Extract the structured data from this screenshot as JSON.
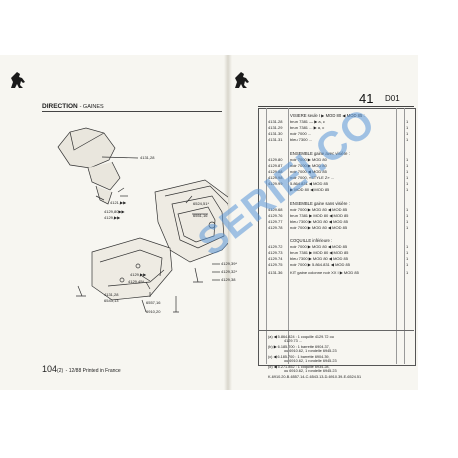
{
  "left_page": {
    "section": "DIRECTION",
    "subsection": "- GAINES",
    "page_number": "104",
    "page_code": "(2)",
    "footer_text": "- 12/88 Printed in France",
    "callouts": [
      {
        "text": "4131,28"
      },
      {
        "text": "4121,▶▶"
      },
      {
        "text": "4129,80▶▶"
      },
      {
        "text": "4129,▶▶"
      },
      {
        "text": "6524,51*"
      },
      {
        "text": "6551,16"
      },
      {
        "text": "4129,▶▶"
      },
      {
        "text": "4129,45*"
      },
      {
        "text": "4131,28"
      },
      {
        "text": "6543,13"
      },
      {
        "text": "6557,16"
      },
      {
        "text": "6910,20"
      },
      {
        "text": "4129,39*"
      },
      {
        "text": "4129,32*"
      },
      {
        "text": "4129,38"
      }
    ]
  },
  "right_page": {
    "page_number": "41",
    "page_code": "D01",
    "blocks": [
      {
        "heading": "VISIERE seule I ▶ MOD 80 ◀ MOD 85 :",
        "rows": [
          {
            "ref": "4131.28",
            "desc": "brun 7381 — ▶ a, c",
            "qty": "1"
          },
          {
            "ref": "4131.29",
            "desc": "brun 7381 ... ▶ a, c",
            "qty": "1"
          },
          {
            "ref": "4131.30",
            "desc": "noir 7000 ...",
            "qty": "1"
          },
          {
            "ref": "4131.31",
            "desc": "bleu 7300 ...",
            "qty": "1"
          }
        ]
      },
      {
        "heading": "ENSEMBLE gaine avec visière :",
        "rows": [
          {
            "ref": "4129.80",
            "desc": "noir 7000 ▶ MOD 80",
            "qty": "1"
          },
          {
            "ref": "4129.87",
            "desc": "noir 7000 ▶ MOD 80",
            "qty": "1"
          },
          {
            "ref": "4129.88",
            "desc": "noir 7000 ◀ MOD 85",
            "qty": "1"
          },
          {
            "ref": "4129.98",
            "desc": "noir 7000, «STYLE Z» ...",
            "qty": "1"
          },
          {
            "ref": "4129.99",
            "desc": "5.864.831 ◀ MOD 85",
            "qty": "1"
          },
          {
            "ref": "",
            "desc": "▶ MOD 80 ◀ MOD 85",
            "qty": "1"
          }
        ]
      },
      {
        "heading": "ENSEMBLE gaine sans visière :",
        "rows": [
          {
            "ref": "4129.68",
            "desc": "noir 7000 ▶ MOD 80 ◀ MOD 85",
            "qty": "1"
          },
          {
            "ref": "4129.76",
            "desc": "brun 7381 ▶ MOD 80 ◀ MOD 85",
            "qty": "1"
          },
          {
            "ref": "4129.77",
            "desc": "bleu 7300 ▶ MOD 80 ◀ MOD 85",
            "qty": "1"
          },
          {
            "ref": "4129.78",
            "desc": "noir 7000 ▶ MOD 80 ◀ MOD 85",
            "qty": "1"
          }
        ]
      },
      {
        "heading": "COQUILLE inférieure :",
        "rows": [
          {
            "ref": "4129.72",
            "desc": "noir 7000 ▶ MOD 80 ◀ MOD 85",
            "qty": "1"
          },
          {
            "ref": "4129.73",
            "desc": "brun 7381 ▶ MOD 80 ◀ MOD 85",
            "qty": "1"
          },
          {
            "ref": "4129.74",
            "desc": "bleu 7300 ▶ MOD 80 ◀ MOD 85",
            "qty": "1"
          },
          {
            "ref": "4129.75",
            "desc": "noir 7000 ▶ 5.864.831 ◀ MOD 85",
            "qty": "1"
          }
        ]
      },
      {
        "heading": "",
        "rows": [
          {
            "ref": "4131.36",
            "desc": "KIT gaine colonne noir XX I ▶ MOD 85",
            "qty": "1"
          }
        ]
      }
    ],
    "notes": [
      "(a) ◀ 5.864.824 : 1 coquille 4129.72 ou",
      "4129.73 ...",
      "(b) ▶ 6.185.700 : 1 barrette 6904.37,",
      "ou 6910.62, 1 rondelle 6945.23",
      "(c) ◀ 6.185.700 : 1 barrette 6904.39,",
      "ou 6910.62, 1 rondelle 6945.23",
      "(d) ◀ 5.271.852 : 1 coquille 6934.28,",
      "ou 6910.62, 1 rondelle 6945.23",
      "K-6910.20-B-6557.14-C-6543.13-D-6910.39-E-6524.51"
    ]
  },
  "watermark": "SERIEI.CO",
  "colors": {
    "paper": "#f7f6f1",
    "ink": "#222222",
    "watermark": "#5a96d7"
  }
}
